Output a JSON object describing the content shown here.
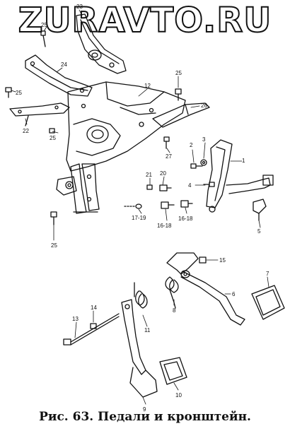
{
  "watermark": "ZURAVTO.RU",
  "caption": "Рис. 63. Педали и кронштейн.",
  "callouts": [
    {
      "id": "c23",
      "text": "23"
    },
    {
      "id": "c25a",
      "text": "25"
    },
    {
      "id": "c24",
      "text": "24"
    },
    {
      "id": "c25b",
      "text": "25"
    },
    {
      "id": "c22",
      "text": "22"
    },
    {
      "id": "c25c",
      "text": "25"
    },
    {
      "id": "c12",
      "text": "12"
    },
    {
      "id": "c25d",
      "text": "25"
    },
    {
      "id": "c26",
      "text": "26"
    },
    {
      "id": "c27",
      "text": "27"
    },
    {
      "id": "c2",
      "text": "2"
    },
    {
      "id": "c3",
      "text": "3"
    },
    {
      "id": "c1",
      "text": "1"
    },
    {
      "id": "c21",
      "text": "21"
    },
    {
      "id": "c20",
      "text": "20"
    },
    {
      "id": "c4",
      "text": "4"
    },
    {
      "id": "c17",
      "text": "17-19"
    },
    {
      "id": "c16a",
      "text": "16-18"
    },
    {
      "id": "c16b",
      "text": "16-18"
    },
    {
      "id": "c5",
      "text": "5"
    },
    {
      "id": "c25e",
      "text": "25"
    },
    {
      "id": "c15",
      "text": "15"
    },
    {
      "id": "c7",
      "text": "7"
    },
    {
      "id": "c6",
      "text": "6"
    },
    {
      "id": "c8",
      "text": "8"
    },
    {
      "id": "c14",
      "text": "14"
    },
    {
      "id": "c13",
      "text": "13"
    },
    {
      "id": "c11",
      "text": "11"
    },
    {
      "id": "c10",
      "text": "10"
    },
    {
      "id": "c9",
      "text": "9"
    }
  ]
}
